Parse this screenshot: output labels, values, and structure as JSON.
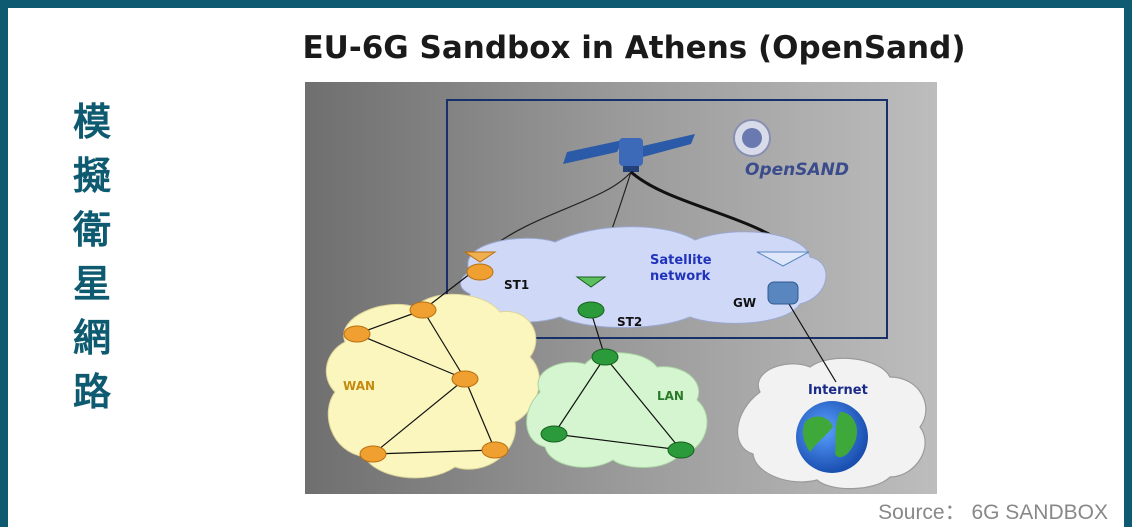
{
  "slide": {
    "title": "EU-6G Sandbox in Athens (OpenSand)",
    "side_title_chars": [
      "模",
      "擬",
      "衛",
      "星",
      "網",
      "路"
    ],
    "source": "Source： 6G SANDBOX"
  },
  "diagram": {
    "logo_text": "OpenSAND",
    "satellite_network_label_line1": "Satellite",
    "satellite_network_label_line2": "network",
    "st1_label": "ST1",
    "st2_label": "ST2",
    "gw_label": "GW",
    "wan_label": "WAN",
    "lan_label": "LAN",
    "internet_label": "Internet"
  },
  "colors": {
    "frame": "#0e5a70",
    "side_title": "#0e5a70",
    "wan_router": "#f0a030",
    "lan_router": "#2a9a3a",
    "gw_router": "#5a86c0",
    "satellite_label": "#2233bb"
  }
}
